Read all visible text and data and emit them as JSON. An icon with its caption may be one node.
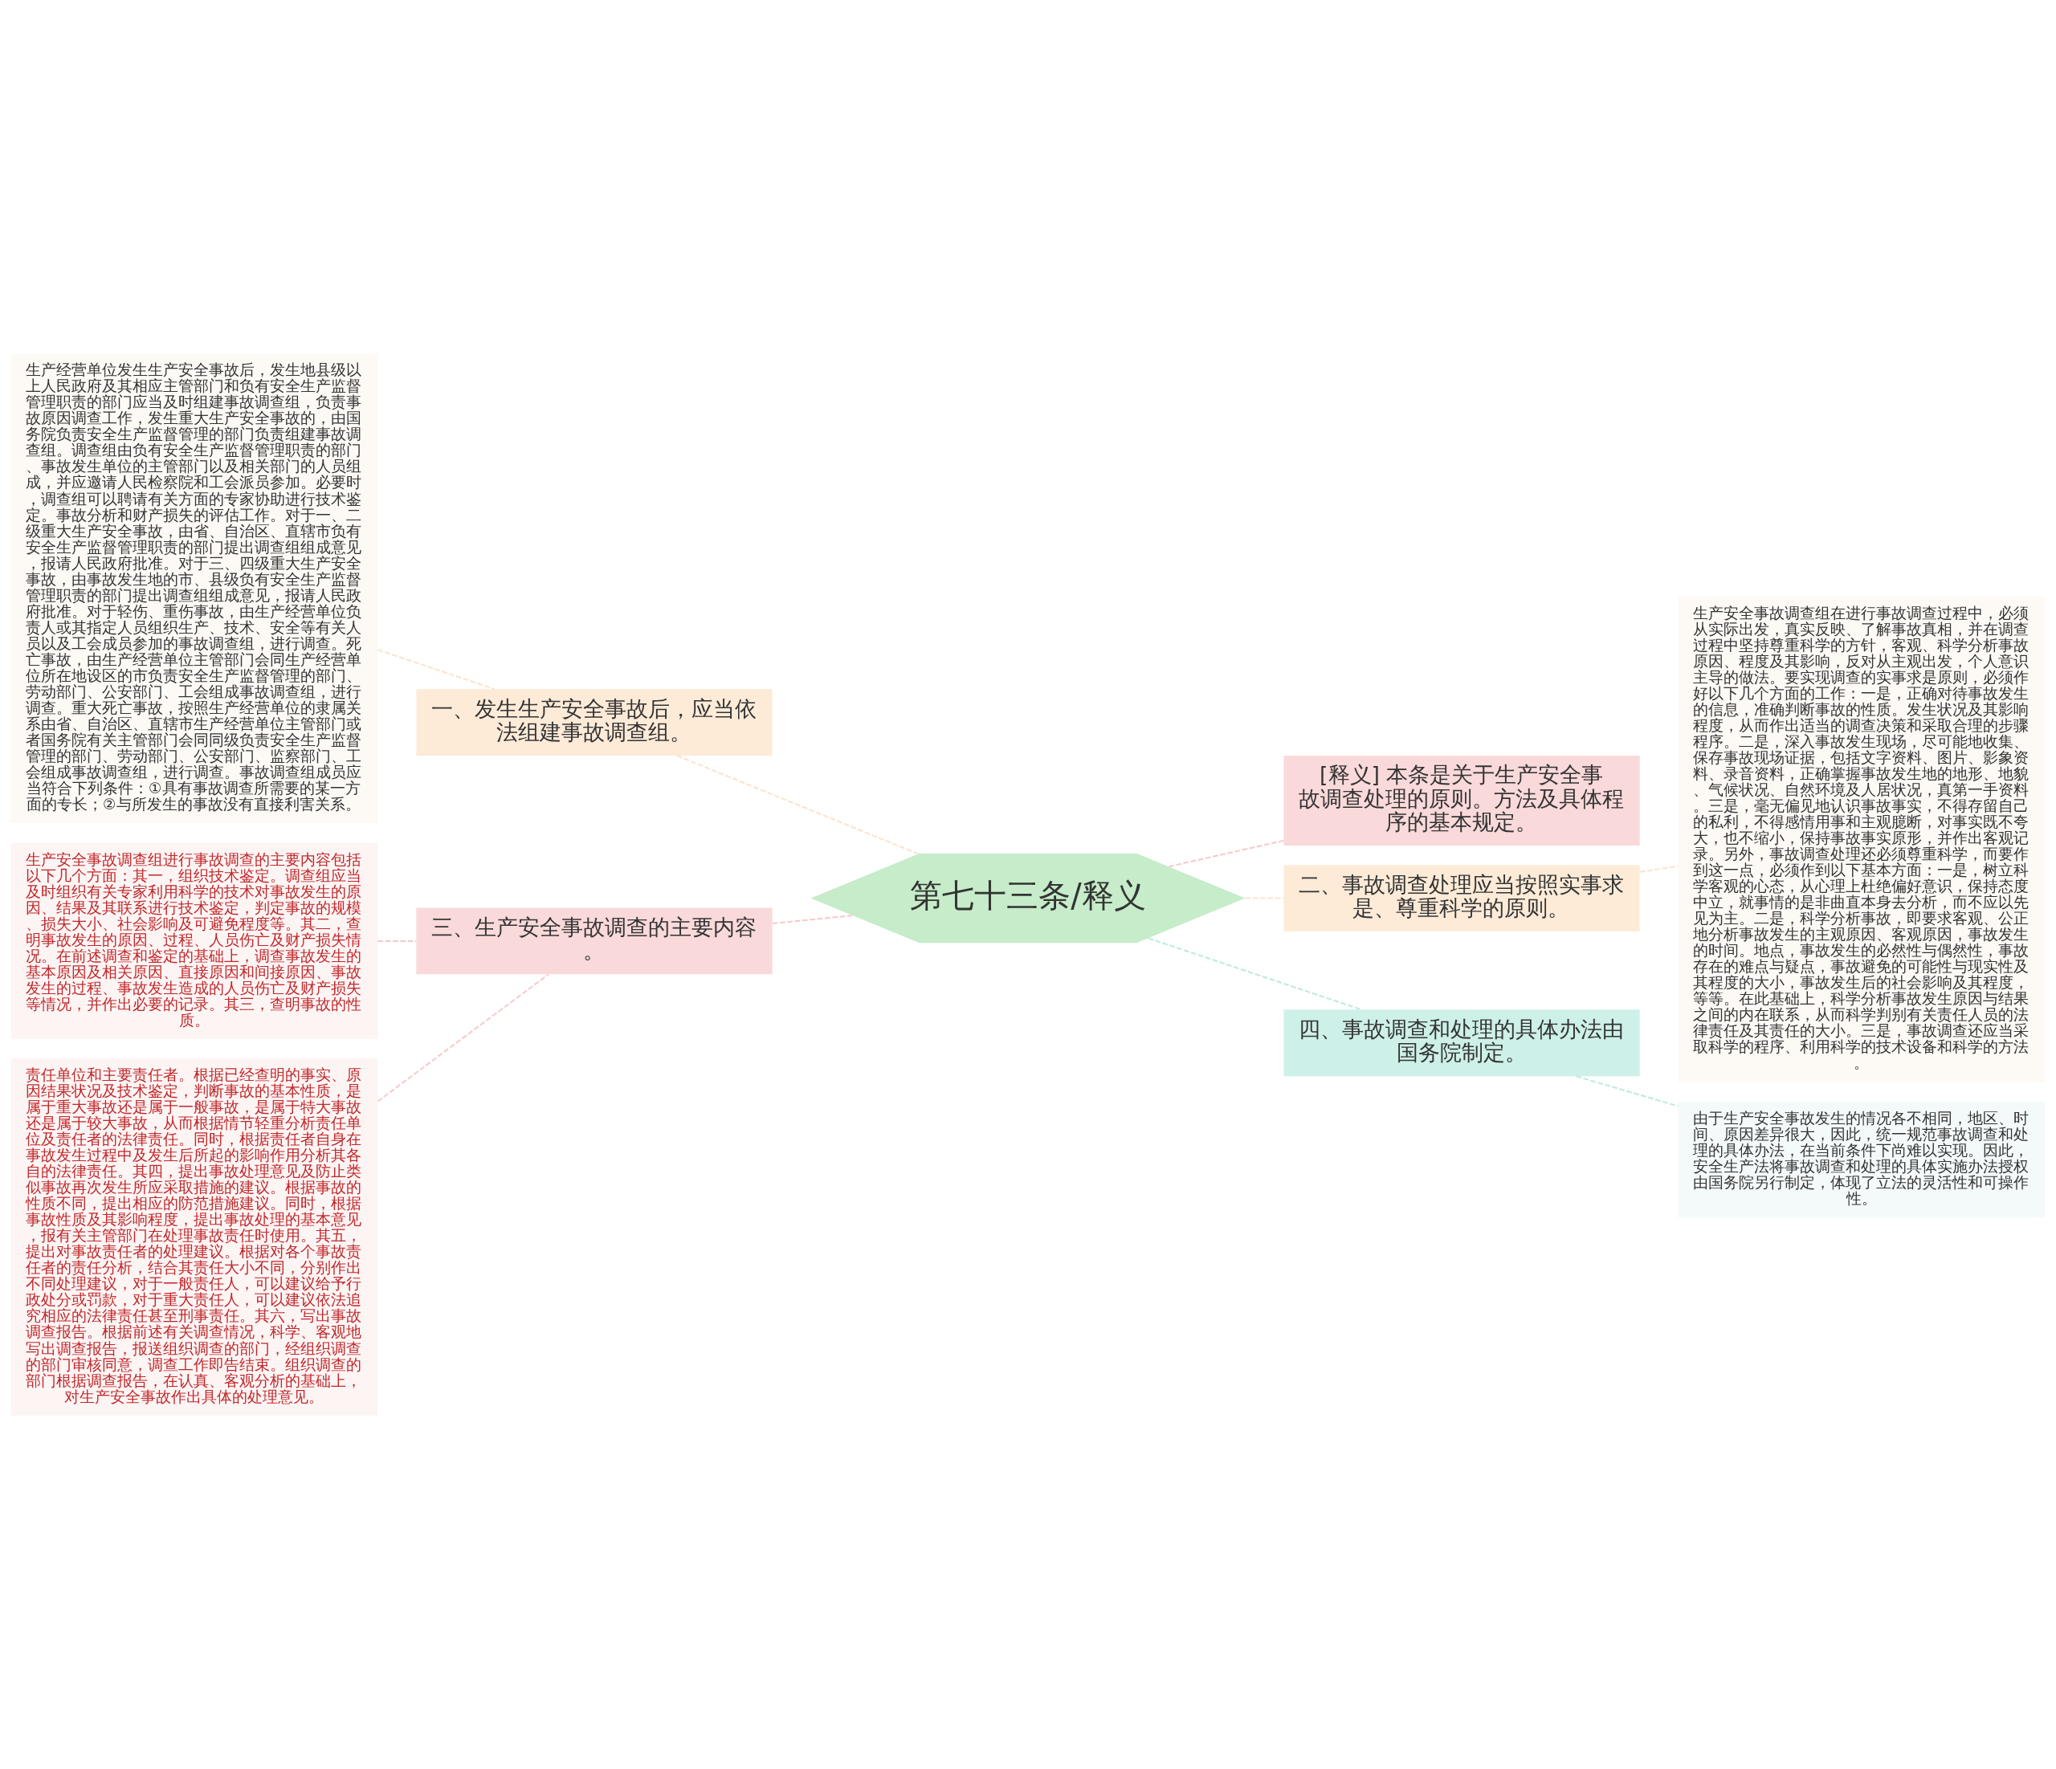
{
  "diagram": {
    "nodes": [
      {
        "text": [
          "第七十三条/释义"
        ]
      },
      {
        "text": [
          "一、发生生产安全事故后，应当依法组建事故调查组。"
        ]
      },
      {
        "text": [
          "生产经营单位发生生产安全事故后，发生地县级以上人民政府及其相应主管部门和负有安全生产监督管理职责的部门应当及时组建事故调查组，负责事故原因调查工作，发生重大生产安全事故的，由国务院负责安全生产监督管理的部门负责组建事故调查组。调查组由负有安全生产监督管理职责的部门、事故发生单位的主管部门以及相关部门的人员组成，并应邀请人民检察院和工会派员参加。必要时，调查组可以聘请有关方面的专家协助进行技术鉴定。事故分析和财产损失的评估工作。对于一、二级重大生产安全事故，由省、自治区、直辖市负有安全生产监督管理职责的部门提出调查组组成意见，报请人民政府批准。对于三、四级重大生产安全事故，由事故发生地的市、县级负有安全生产监督管理职责的部门提出调查组组成意见，报请人民政府批准。对于轻伤、重伤事故，由生产经营单位负责人或其指定人员组织生产、技术、安全等有关人员以及工会成员参加的事故调查组，进行调查。死亡事故，由生产经营单位主管部门会同生产经营单位所在地设区的市负责安全生产监督管理的部门、劳动部门、公安部门、工会组成事故调查组，进行调查。重大死亡事故，按照生产经营单位的隶属关系由省、自治区、直辖市生产经营单位主管部门或者国务院有关主管部门会同同级负责安全生产监督管理的部门、劳动部门、公安部门、监察部门、工会组成事故调查组，进行调查。事故调查组成员应当符合下列条件：①具有事故调查所需要的某一方面的专长；②与所发生的事故没有直接利害关系。"
        ]
      },
      {
        "text": [
          "三、生产安全事故调查的主要内容。"
        ]
      },
      {
        "text": [
          "生产安全事故调查组进行事故调查的主要内容包括以下几个方面：其一，组织技术鉴定。调查组应当及时组织有关专家利用科学的技术对事故发生的原因、结果及其联系进行技术鉴定，判定事故的规模、损失大小、社会影响及可避免程度等。其二，查明事故发生的原因、过程、人员伤亡及财产损失情况。在前述调查和鉴定的基础上，调查事故发生的基本原因及相关原因、直接原因和间接原因、事故发生的过程、事故发生造成的人员伤亡及财产损失等情况，并作出必要的记录。其三，查明事故的性质。"
        ]
      },
      {
        "text": [
          "责任单位和主要责任者。根据已经查明的事实、原因结果状况及技术鉴定，判断事故的基本性质，是属于重大事故还是属于一般事故，是属于特大事故还是属于较大事故，从而根据情节轻重分析责任单位及责任者的法律责任。同时，根据责任者自身在事故发生过程中及发生后所起的影响作用分析其各自的法律责任。其四，提出事故处理意见及防止类似事故再次发生所应采取措施的建议。根据事故的性质不同，提出相应的防范措施建议。同时，根据事故性质及其影响程度，提出事故处理的基本意见，报有关主管部门在处理事故责任时使用。其五，提出对事故责任者的处理建议。根据对各个事故责任者的责任分析，结合其责任大小不同，分别作出不同处理建议，对于一般责任人，可以建议给予行政处分或罚款，对于重大责任人，可以建议依法追究相应的法律责任甚至刑事责任。其六，写出事故调查报告。根据前述有关调查情况，科学、客观地写出调查报告，报送组织调查的部门，经组织调查的部门审核同意，调查工作即告结束。组织调查的部门根据调查报告，在认真、客观分析的基础上，对生产安全事故作出具体的处理意见。"
        ]
      },
      {
        "text": [
          "[释义] 本条是关于生产安全事故调查处理的原则。方法及具体程序的基本规定。"
        ]
      },
      {
        "text": [
          "二、事故调查处理应当按照实事求是、尊重科学的原则。"
        ]
      },
      {
        "text": [
          "生产安全事故调查组在进行事故调查过程中，必须从实际出发，真实反映、了解事故真相，并在调查过程中坚持尊重科学的方针，客观、科学分析事故原因、程度及其影响，反对从主观出发，个人意识主导的做法。要实现调查的实事求是原则，必须作好以下几个方面的工作：一是，正确对待事故发生的信息，准确判断事故的性质。发生状况及其影响程度，从而作出适当的调查决策和采取合理的步骤程序。二是，深入事故发生现场，尽可能地收集、保存事故现场证据，包括文字资料、图片、影象资料、录音资料，正确掌握事故发生地的地形、地貌、气候状况、自然环境及人居状况，真第一手资料。三是，毫无偏见地认识事故事实，不得存留自己的私利，不得感情用事和主观臆断，对事实既不夸大，也不缩小，保持事故事实原形，并作出客观记录。另外，事故调查处理还必须尊重科学，而要作到这一点，必须作到以下基本方面：一是，树立科学客观的心态，从心理上杜绝偏好意识，保持态度中立，就事情的是非曲直本身去分析，而不应以先见为主。二是，科学分析事故，即要求客观、公正地分析事故发生的主观原因、客观原因，事故发生的时间。地点，事故发生的必然性与偶然性，事故存在的难点与疑点，事故避免的可能性与现实性及其程度的大小，事故发生后的社会影响及其程度，等等。在此基础上，科学分析事故发生原因与结果之间的内在联系，从而科学判别有关责任人员的法律责任及其责任的大小。三是，事故调查还应当采取科学的程序、利用科学的技术设备和科学的方法。"
        ]
      },
      {
        "text": [
          "四、事故调查和处理的具体办法由国务院制定。"
        ]
      },
      {
        "text": [
          "由于生产安全事故发生的情况各不相同，地区、时间、原因差异很大，因此，统一规范事故调查和处理的具体办法，在当前条件下尚难以实现。因此，安全生产法将事故调查和处理的具体实施办法授权由国务院另行制定，体现了立法的灵活性和可操作性。"
        ]
      }
    ],
    "edges": [
      {
        "from": 0,
        "to": 1,
        "arrow": "none",
        "style": "dashed",
        "color": "#fbe3cc"
      },
      {
        "from": 1,
        "to": 2,
        "arrow": "none",
        "style": "dashed",
        "color": "#fbe3cc"
      },
      {
        "from": 0,
        "to": 3,
        "arrow": "none",
        "style": "dashed",
        "color": "#f6c9cb"
      },
      {
        "from": 3,
        "to": 4,
        "arrow": "none",
        "style": "dashed",
        "color": "#f6c9cb"
      },
      {
        "from": 3,
        "to": 5,
        "arrow": "none",
        "style": "dashed",
        "color": "#f6c9cb"
      },
      {
        "from": 0,
        "to": 6,
        "arrow": "none",
        "style": "dashed",
        "color": "#f6c9cb"
      },
      {
        "from": 0,
        "to": 7,
        "arrow": "none",
        "style": "dashed",
        "color": "#fbe3cc"
      },
      {
        "from": 7,
        "to": 8,
        "arrow": "none",
        "style": "dashed",
        "color": "#fbe3cc"
      },
      {
        "from": 0,
        "to": 9,
        "arrow": "none",
        "style": "dashed",
        "color": "#bfe9df"
      },
      {
        "from": 9,
        "to": 10,
        "arrow": "none",
        "style": "dashed",
        "color": "#bfe9df"
      }
    ]
  }
}
